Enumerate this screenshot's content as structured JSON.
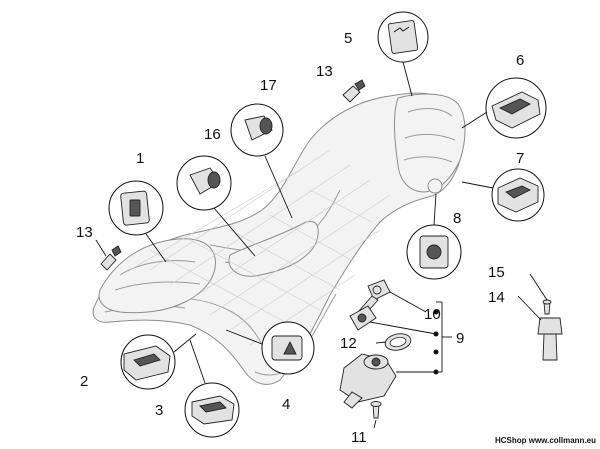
{
  "diagram": {
    "labels": {
      "l1": "1",
      "l2": "2",
      "l3": "3",
      "l4": "4",
      "l5": "5",
      "l6": "6",
      "l7": "7",
      "l8": "8",
      "l9": "9",
      "l10": "10",
      "l11": "11",
      "l12": "12",
      "l13a": "13",
      "l13b": "13",
      "l14": "14",
      "l15": "15",
      "l16": "16",
      "l17": "17"
    },
    "watermark": "HCShop www.collmann.eu"
  }
}
